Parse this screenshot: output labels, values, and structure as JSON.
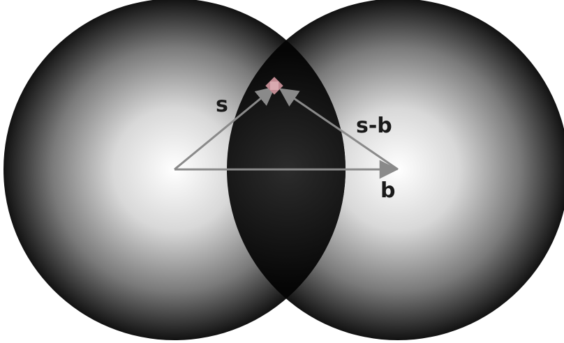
{
  "labels": {
    "s": "s",
    "s_minus_b": "s-b",
    "b": "b"
  },
  "colors": {
    "background": "#ffffff",
    "sphere_center": "#ffffff",
    "sphere_edge": "#000000",
    "overlap": "#161616",
    "vector": "#7a7a7a",
    "point": "#c08a92",
    "label": "#1a1a1a"
  },
  "icons": {
    "point_marker": "star-point"
  }
}
